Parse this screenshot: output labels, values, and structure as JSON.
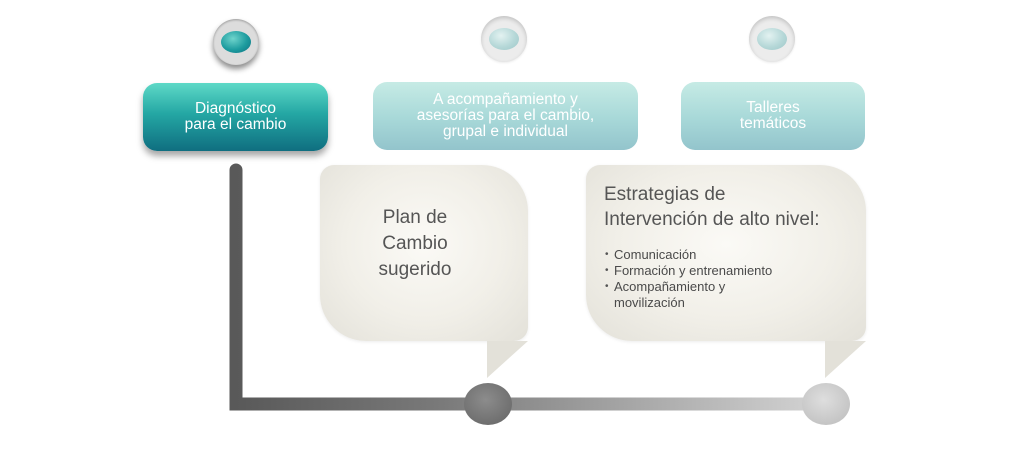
{
  "steps": [
    {
      "label": "Diagnóstico\npara el cambio",
      "active": true
    },
    {
      "label": "A acompañamiento y\nasesorías para el cambio,\ngrupal e individual",
      "active": false
    },
    {
      "label": "Talleres\ntemáticos",
      "active": false
    }
  ],
  "callout_plan": {
    "title": "Plan de\nCambio\nsugerido"
  },
  "callout_strategies": {
    "title_line1": "Estrategias de",
    "title_line2": "Intervención de alto nivel:",
    "items": [
      "Comunicación",
      "Formación y entrenamiento",
      "Acompañamiento y\nmovilización"
    ]
  },
  "colors": {
    "accent_teal": "#1d9c9f",
    "inactive_teal": "#a7d8d8",
    "line_dark": "#5a5a5a",
    "line_light": "#d0d0d0"
  }
}
